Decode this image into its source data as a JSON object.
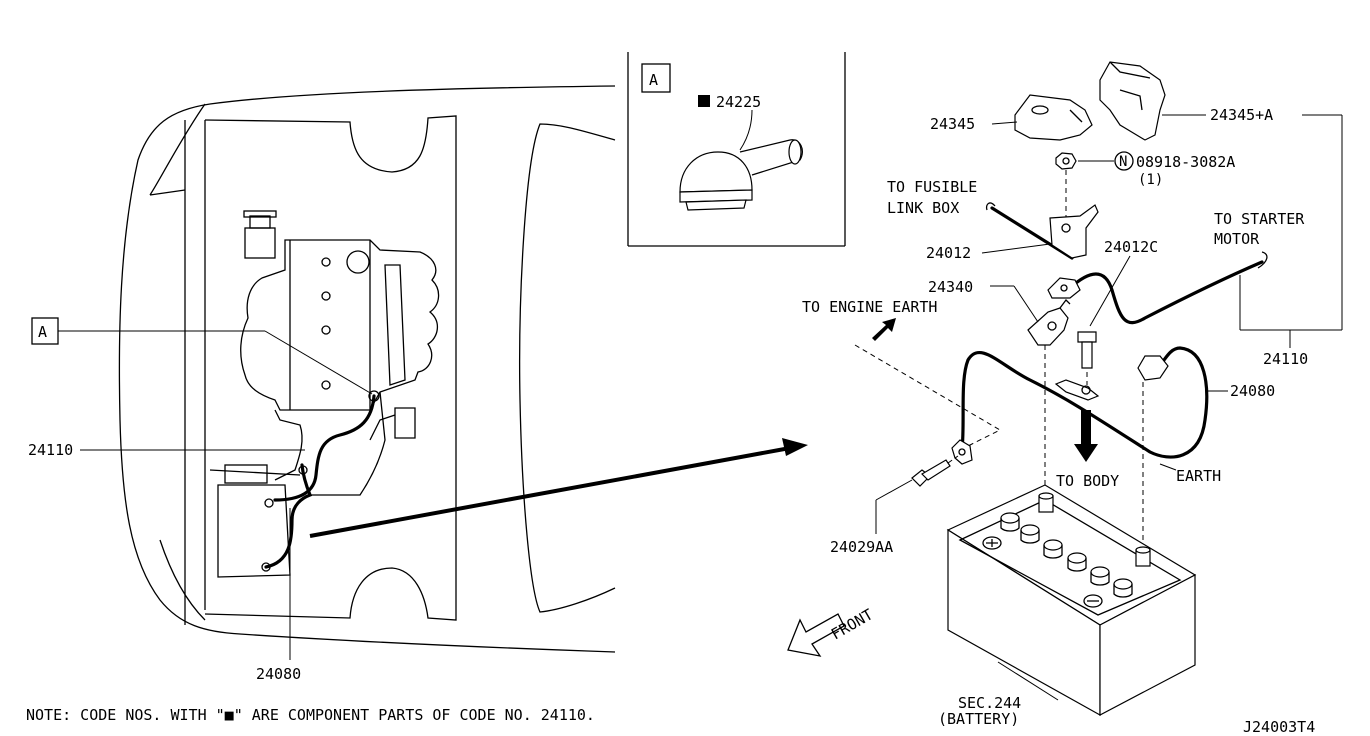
{
  "diagram": {
    "detail_box_label": "A",
    "callout_a_label": "A",
    "part_24225": "24225",
    "part_24345": "24345",
    "part_24345A": "24345+A",
    "part_nut_code": "08918-3082A",
    "part_nut_qty": "(1)",
    "part_nut_marker": "N",
    "to_fusible_line1": "TO FUSIBLE",
    "to_fusible_line2": "LINK BOX",
    "part_24012": "24012",
    "part_24012C": "24012C",
    "to_starter_line1": "TO STARTER",
    "to_starter_line2": "MOTOR",
    "to_engine_earth": "TO ENGINE EARTH",
    "part_24340": "24340",
    "part_24110_right": "24110",
    "part_24080_right": "24080",
    "part_24110_left": "24110",
    "part_24080_left": "24080",
    "earth": "EARTH",
    "to_body": "TO BODY",
    "part_24029AA": "24029AA",
    "front": "FRONT",
    "sec_line1": "SEC.244",
    "sec_line2": "(BATTERY)",
    "note": "NOTE: CODE NOS. WITH \"■\" ARE  COMPONENT PARTS OF CODE NO. 24110.",
    "diagram_code": "J24003T4"
  }
}
